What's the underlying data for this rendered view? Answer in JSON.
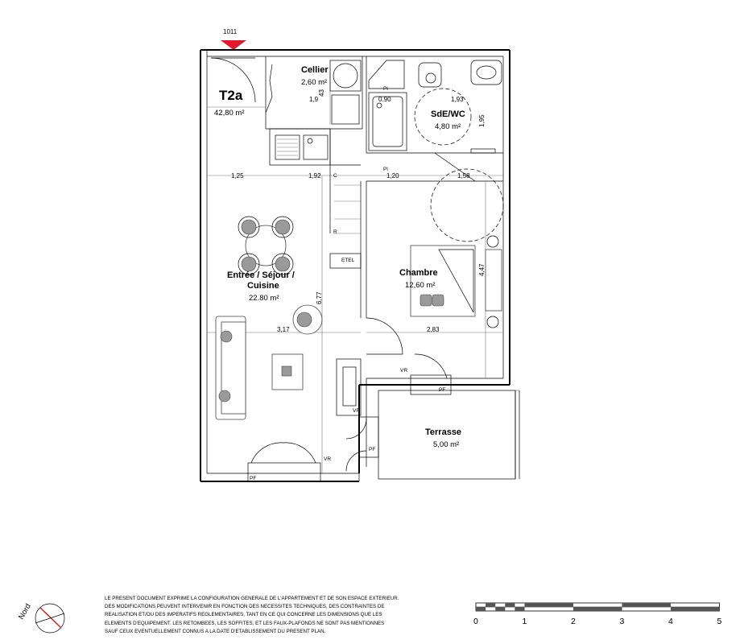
{
  "unit": {
    "code": "1011",
    "type": "T2a",
    "total_area": "42,80 m²"
  },
  "rooms": {
    "cellier": {
      "name": "Cellier",
      "area": "2,60 m²"
    },
    "sde_wc": {
      "name": "SdE/WC",
      "area": "4,80 m²"
    },
    "sejour": {
      "name_line1": "Entrée / Séjour /",
      "name_line2": "Cuisine",
      "area": "22.80 m²"
    },
    "chambre": {
      "name": "Chambre",
      "area": "12,60 m²"
    },
    "terrasse": {
      "name": "Terrasse",
      "area": "5,00 m²"
    }
  },
  "dimensions": {
    "d_1_9": "1,9",
    "d_0_90": "0.90",
    "d_1_93": "1,93",
    "d_1_95": "1,95",
    "d_1_25": "1,25",
    "d_1_92": "1,92",
    "d_1_20": "1,20",
    "d_1_58": "1,58",
    "d_4_47": "4,47",
    "d_6_77": "6,77",
    "d_3_17": "3,17",
    "d_2_83": "2,83",
    "d_43": "43"
  },
  "symbols": {
    "etel": "ETEL",
    "vr": "VR",
    "pf": "PF",
    "pl": "Pl",
    "r": "R",
    "c": "C"
  },
  "compass": {
    "label": "Nord"
  },
  "disclaimer": [
    "LE PRESENT DOCUMENT EXPRIME LA CONFIGURATION GENERALE DE L'APPARTEMENT ET DE SON ESPACE EXTERIEUR.",
    "DES MODIFICATIONS PEUVENT INTERVENIR EN FONCTION DES NECESSITES TECHNIQUES, DES CONTRAINTES DE",
    "REALISATION ET/OU DES IMPERATIFS REGLEMENTAIRES, TANT EN CE QUI CONCERNE LES DIMENSIONS QUE LES",
    "ELEMENTS D'EQUIPEMENT. LES RETOMBEES, LES SOFFITES, ET LES FAUX-PLAFONDS NE SONT PAS MENTIONNES",
    "SAUF CEUX EVENTUELLEMENT CONNUS A LA DATE D'ETABLISSEMENT DU PRESENT PLAN."
  ],
  "scale_bar": {
    "labels": [
      "0",
      "1",
      "2",
      "3",
      "4",
      "5"
    ],
    "unit_fraction": 1
  }
}
